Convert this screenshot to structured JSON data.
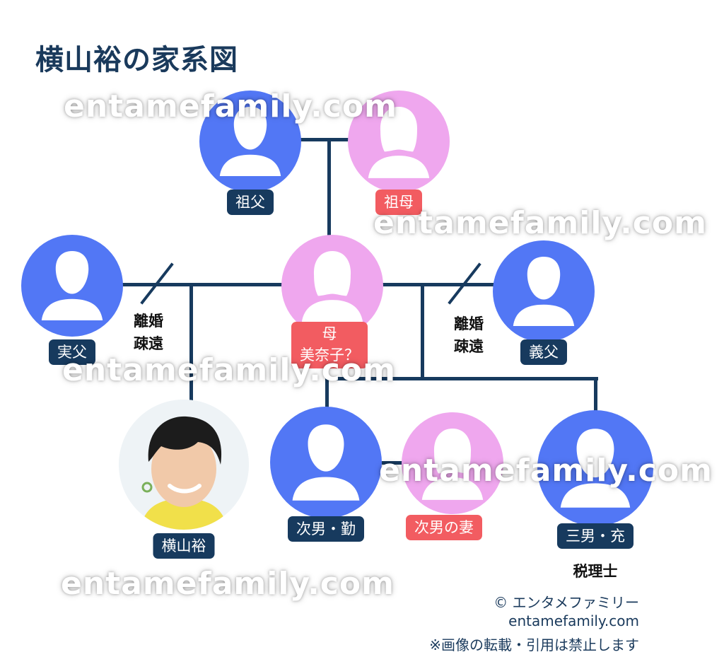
{
  "title": "横山裕の家系図",
  "watermark": "entamefamily.com",
  "people": {
    "grandfather": "祖父",
    "grandmother": "祖母",
    "birth_father": "実父",
    "mother_line1": "母",
    "mother_line2": "美奈子？",
    "stepfather": "義父",
    "subject": "横山裕",
    "second_son": "次男・勤",
    "second_son_wife": "次男の妻",
    "third_son": "三男・充",
    "third_son_occupation": "税理士"
  },
  "relations": {
    "left_status_1": "離婚",
    "left_status_2": "疎遠",
    "right_status_1": "離婚",
    "right_status_2": "疎遠"
  },
  "credit": {
    "line1": "© エンタメファミリー",
    "line2": "entamefamily.com",
    "line3": "※画像の転載・引用は禁止します"
  },
  "colors": {
    "male": "#5277f5",
    "female": "#efa7ee",
    "line": "#173a5e",
    "label_navy": "#173a5e",
    "label_red": "#f25c61"
  },
  "icons": {
    "person": "person-silhouette-icon",
    "subject_photo": "subject-portrait"
  }
}
